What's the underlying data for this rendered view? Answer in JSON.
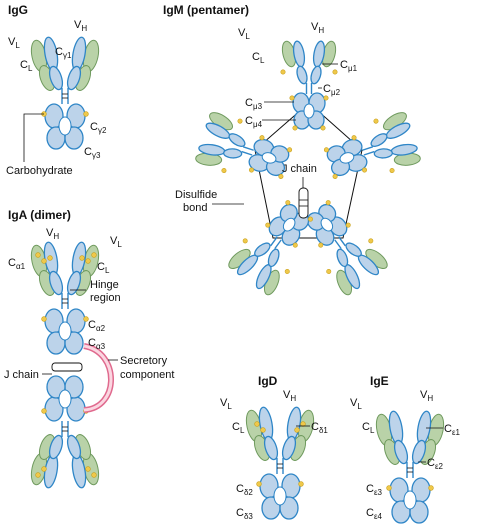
{
  "igg": {
    "title": "IgG",
    "vl": "V",
    "vl_sub": "L",
    "vh": "V",
    "vh_sub": "H",
    "cg1": "C",
    "cg1_sub": "γ1",
    "cl": "C",
    "cl_sub": "L",
    "cg2": "C",
    "cg2_sub": "γ2",
    "cg3": "C",
    "cg3_sub": "γ3",
    "carb": "Carbohydrate"
  },
  "igm": {
    "title": "IgM (pentamer)",
    "vl": "V",
    "vl_sub": "L",
    "vh": "V",
    "vh_sub": "H",
    "cl": "C",
    "cl_sub": "L",
    "cm1": "C",
    "cm1_sub": "μ1",
    "cm2": "C",
    "cm2_sub": "μ2",
    "cm3": "C",
    "cm3_sub": "μ3",
    "cm4": "C",
    "cm4_sub": "μ4",
    "jchain": "J chain",
    "disulfide1": "Disulfide",
    "disulfide2": "bond"
  },
  "iga": {
    "title": "IgA (dimer)",
    "vh": "V",
    "vh_sub": "H",
    "vl": "V",
    "vl_sub": "L",
    "ca1": "C",
    "ca1_sub": "α1",
    "cl": "C",
    "cl_sub": "L",
    "hinge1": "Hinge",
    "hinge2": "region",
    "ca2": "C",
    "ca2_sub": "α2",
    "ca3": "C",
    "ca3_sub": "α3",
    "secretory1": "Secretory",
    "secretory2": "component",
    "jchain": "J chain"
  },
  "igd": {
    "title": "IgD",
    "vl": "V",
    "vl_sub": "L",
    "vh": "V",
    "vh_sub": "H",
    "cl": "C",
    "cl_sub": "L",
    "cd1": "C",
    "cd1_sub": "δ1",
    "cd2": "C",
    "cd2_sub": "δ2",
    "cd3": "C",
    "cd3_sub": "δ3"
  },
  "ige": {
    "title": "IgE",
    "vl": "V",
    "vl_sub": "L",
    "vh": "V",
    "vh_sub": "H",
    "cl": "C",
    "cl_sub": "L",
    "ce1": "C",
    "ce1_sub": "ε1",
    "ce2": "C",
    "ce2_sub": "ε2",
    "ce3": "C",
    "ce3_sub": "ε3",
    "ce4": "C",
    "ce4_sub": "ε4"
  },
  "colors": {
    "heavy_fill": "#bcd3ea",
    "heavy_stroke": "#2f86c7",
    "light_fill": "#b9d2a8",
    "carbohydrate": "#efc84a",
    "secretory": "#e06a8e"
  }
}
